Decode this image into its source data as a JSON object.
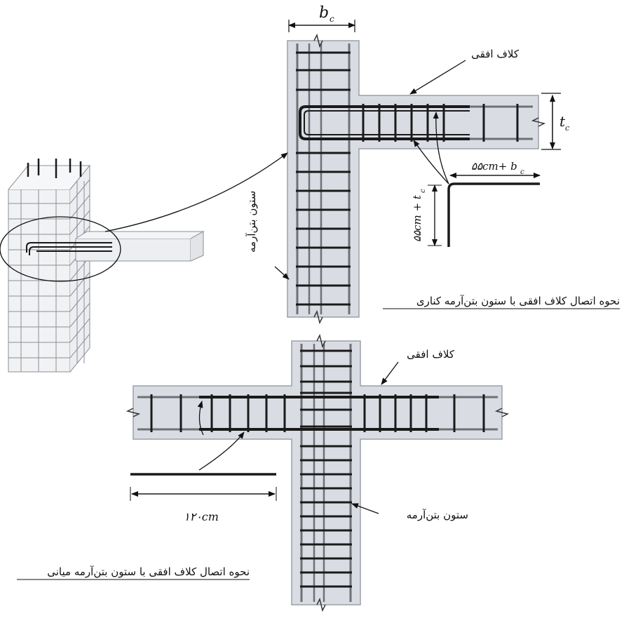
{
  "labels": {
    "bc": "b",
    "bc_sub": "c",
    "tc": "t",
    "tc_sub": "c",
    "ring_beam_top": "کلاف افقی",
    "ring_beam_bottom": "کلاف افقی",
    "column_side": "ستون بتن‌آرمه",
    "column_bottom": "ستون بتن‌آرمه",
    "hook_h": "۵۵cm+ b",
    "hook_h_sub": "c",
    "hook_v": "۵۵cm + t",
    "hook_v_sub": "c",
    "len_120": "۱۲۰cm",
    "caption_edge": "نحوه اتصال کلاف افقی با ستون بتن‌آرمه کناری",
    "caption_middle": "نحوه اتصال کلاف افقی با ستون بتن‌آرمه میانی"
  },
  "colors": {
    "concrete": "#d9dce3",
    "edge": "#9aa0a8",
    "rebar": "#1a1a1a",
    "long_bar": "#6e7178"
  }
}
